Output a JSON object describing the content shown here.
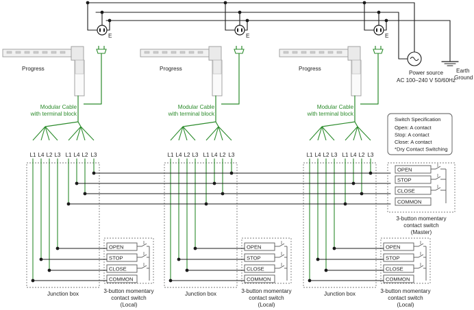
{
  "colors": {
    "line": "#1a1a1a",
    "green": "#2a8a2a",
    "box": "#777777",
    "actuator": "#999999"
  },
  "units": [
    {
      "motor_label": "Progress",
      "cable_label": [
        "Modular Cable",
        "with terminal block"
      ],
      "terminals": [
        "L1",
        "L4",
        "L2",
        "L3",
        "L1",
        "L4",
        "L2",
        "L3"
      ],
      "junction_label": "Junction box",
      "switch_label": [
        "3-button momentary",
        "contact switch",
        "(Local)"
      ],
      "buttons": [
        "OPEN",
        "STOP",
        "CLOSE",
        "COMMON"
      ],
      "outlet_label": "E"
    },
    {
      "motor_label": "Progress",
      "cable_label": [
        "Modular Cable",
        "with terminal block"
      ],
      "terminals": [
        "L1",
        "L4",
        "L2",
        "L3",
        "L1",
        "L4",
        "L2",
        "L3"
      ],
      "junction_label": "Junction box",
      "switch_label": [
        "3-button momentary",
        "contact switch",
        "(Local)"
      ],
      "buttons": [
        "OPEN",
        "STOP",
        "CLOSE",
        "COMMON"
      ],
      "outlet_label": "E"
    },
    {
      "motor_label": "Progress",
      "cable_label": [
        "Modular Cable",
        "with terminal block"
      ],
      "terminals": [
        "L1",
        "L4",
        "L2",
        "L3",
        "L1",
        "L4",
        "L2",
        "L3"
      ],
      "junction_label": "Junction box",
      "switch_label": [
        "3-button momentary",
        "contact switch",
        "(Local)"
      ],
      "buttons": [
        "OPEN",
        "STOP",
        "CLOSE",
        "COMMON"
      ],
      "outlet_label": "E"
    }
  ],
  "master": {
    "buttons": [
      "OPEN",
      "STOP",
      "CLOSE",
      "COMMON"
    ],
    "label": [
      "3-button momentary",
      "contact switch",
      "(Master)"
    ]
  },
  "power": {
    "label": [
      "Power source",
      "AC 100–240 V 50/60Hz"
    ]
  },
  "earth": {
    "label": [
      "Earth",
      "Ground"
    ]
  },
  "spec": {
    "title": "Switch Specification",
    "lines": [
      "Open:  A contact",
      "Stop:  A contact",
      "Close:  A contact",
      "*Dry Contact Switching"
    ]
  }
}
